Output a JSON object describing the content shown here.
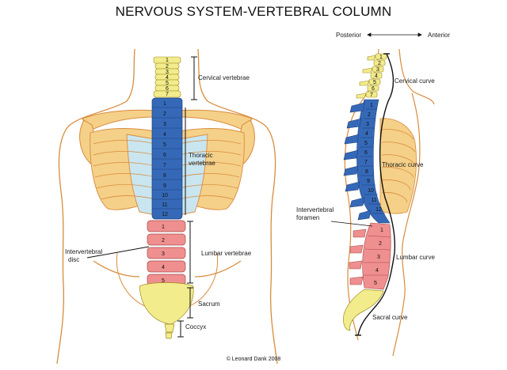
{
  "title": "NERVOUS SYSTEM-VERTEBRAL COLUMN",
  "copyright": "© Leonard Dank 2008",
  "colors": {
    "cervical": "#f2ec8c",
    "thoracic": "#3569b8",
    "lumbar": "#ef8f8f",
    "sacral": "#f2ec8c",
    "rib": "#f5d088",
    "cartilage": "#c9e6f0",
    "outline": "#d98b3c",
    "ink": "#1a1a1a"
  },
  "front_view": {
    "cervical_label": "Cervical vertebrae",
    "thoracic_label_1": "Thoracic",
    "thoracic_label_2": "vertebrae",
    "lumbar_label": "Lumbar vertebrae",
    "disc_label_1": "Intervertebral",
    "disc_label_2": "disc",
    "sacrum_label": "Sacrum",
    "coccyx_label": "Coccyx",
    "cervical_numbers": [
      "1",
      "2",
      "3",
      "4",
      "5",
      "6",
      "7"
    ],
    "thoracic_numbers": [
      "1",
      "2",
      "3",
      "4",
      "5",
      "6",
      "7",
      "8",
      "9",
      "10",
      "11",
      "12"
    ],
    "lumbar_numbers": [
      "1",
      "2",
      "3",
      "4",
      "5"
    ]
  },
  "side_view": {
    "posterior_label": "Posterior",
    "anterior_label": "Anterior",
    "cervical_curve_label": "Cervical curve",
    "thoracic_curve_label": "Thoracic curve",
    "lumbar_curve_label": "Lumbar curve",
    "sacral_curve_label": "Sacral curve",
    "foramen_label_1": "Intervertebral",
    "foramen_label_2": "foramen",
    "cervical_numbers": [
      "1",
      "2",
      "3",
      "4",
      "5",
      "6",
      "7"
    ],
    "thoracic_numbers": [
      "1",
      "2",
      "3",
      "4",
      "5",
      "6",
      "7",
      "8",
      "9",
      "10",
      "11",
      "12"
    ],
    "lumbar_numbers": [
      "1",
      "2",
      "3",
      "4",
      "5"
    ]
  }
}
